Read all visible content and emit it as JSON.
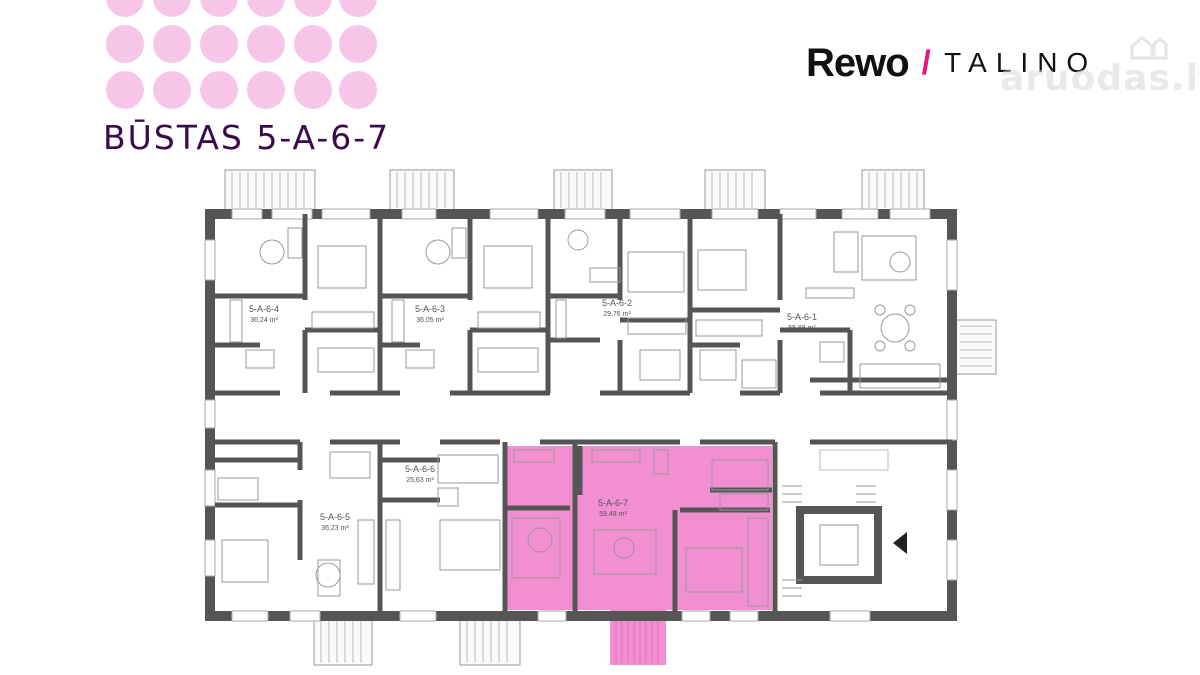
{
  "header": {
    "title": "BŪSTAS 5-A-6-7",
    "brand_name": "Rewo",
    "brand_separator": "\\",
    "brand_sub": "TALINO",
    "watermark": "aruodas.lt"
  },
  "colors": {
    "accent_pink": "#f28fd0",
    "dot_pink": "#f6c5e8",
    "wall": "#555555",
    "title": "#3a0a4a",
    "brand_separator": "#e6157a"
  },
  "floorplan": {
    "highlighted_unit": "5-A-6-7",
    "units": [
      {
        "id": "5-A-6-4",
        "area": "36,24 m²"
      },
      {
        "id": "5-A-6-3",
        "area": "36,05 m²"
      },
      {
        "id": "5-A-6-2",
        "area": "29,76 m²"
      },
      {
        "id": "5-A-6-1",
        "area": "55,88 m²"
      },
      {
        "id": "5-A-6-5",
        "area": "36,23 m²"
      },
      {
        "id": "5-A-6-6",
        "area": "25,63 m²"
      },
      {
        "id": "5-A-6-7",
        "area": "59,48 m²"
      }
    ]
  }
}
